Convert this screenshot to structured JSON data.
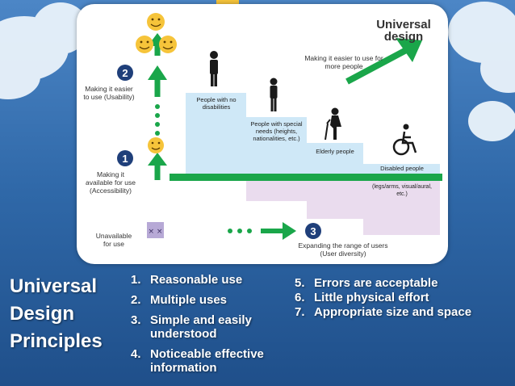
{
  "diagram": {
    "title": "Universal design",
    "arrow_caption": "Making it easier to use for more people",
    "steps": [
      {
        "label": "People with no disabilities"
      },
      {
        "label": "People with special needs (heights, nationalities, etc.)"
      },
      {
        "label": "Elderly people"
      },
      {
        "label": "Disabled people"
      }
    ],
    "disabled_detail": "(legs/arms, visual/aural, etc.)",
    "levels": [
      {
        "number": "2",
        "caption": "Making it easier to use (Usability)"
      },
      {
        "number": "1",
        "caption": "Making it available for use (Accessibility)"
      },
      {
        "number": "3",
        "caption": "Expanding the range of users (User diversity)"
      }
    ],
    "unavailable_caption": "Unavailable for use",
    "colors": {
      "green": "#1aa64a",
      "navy": "#1f3f7a",
      "step_blue": "#cfe8f7",
      "step_pink": "#eadcee",
      "smiley": "#f6c43a"
    }
  },
  "slide": {
    "title_lines": [
      "Universal",
      "Design",
      "Principles"
    ],
    "principles_left": [
      {
        "num": "1.",
        "text": "Reasonable use"
      },
      {
        "num": "2.",
        "text": "Multiple uses"
      },
      {
        "num": "3.",
        "text": "Simple and easily understood"
      },
      {
        "num": "4.",
        "text": "Noticeable effective information"
      }
    ],
    "principles_right": [
      {
        "num": "5.",
        "text": "Errors are acceptable"
      },
      {
        "num": "6.",
        "text": "Little physical effort"
      },
      {
        "num": "7.",
        "text": "Appropriate size and space"
      }
    ]
  }
}
